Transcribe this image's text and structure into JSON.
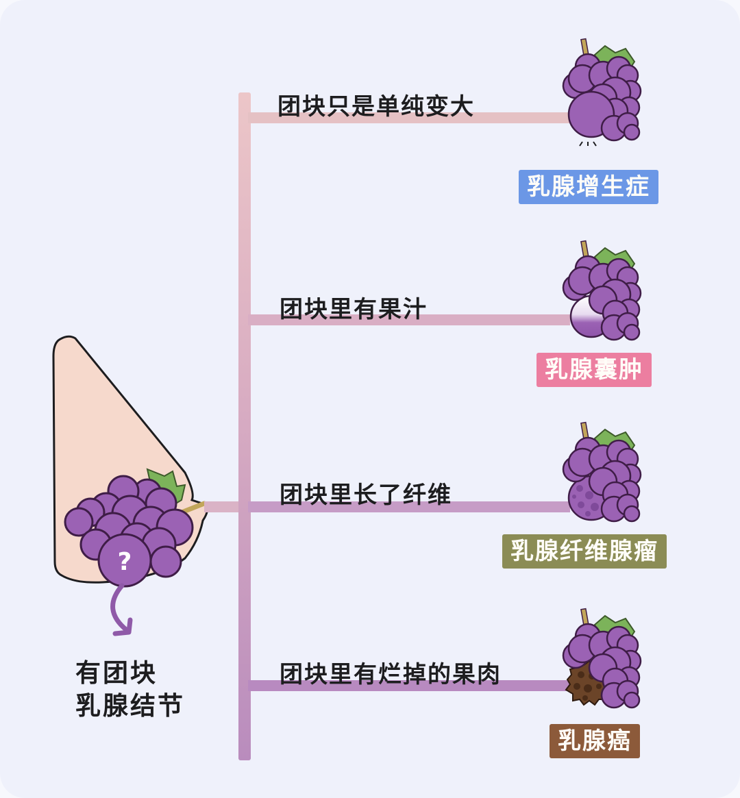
{
  "diagram": {
    "root": {
      "line1": "有团块",
      "line2": "乳腺结节",
      "mark": "?"
    },
    "branches": [
      {
        "label": "团块只是单纯变大",
        "diagnosis": "乳腺增生症",
        "badge_color": "#6b97e6",
        "line_color": "#e3bcc2",
        "icon": "grape-enlarged-icon"
      },
      {
        "label": "团块里有果汁",
        "diagnosis": "乳腺囊肿",
        "badge_color": "#ec7ea0",
        "line_color": "#d8adc4",
        "icon": "grape-fluid-icon"
      },
      {
        "label": "团块里长了纤维",
        "diagnosis": "乳腺纤维腺瘤",
        "badge_color": "#8b8c55",
        "line_color": "#c69cc6",
        "icon": "grape-fibrous-icon"
      },
      {
        "label": "团块里有烂掉的果肉",
        "diagnosis": "乳腺癌",
        "badge_color": "#8c5a3a",
        "line_color": "#b88ac0",
        "icon": "grape-rotten-icon"
      }
    ],
    "colors": {
      "background": "#eff1fb",
      "grape": "#9b62b4",
      "grape_outline": "#4a2350",
      "leaf": "#7cb35a",
      "skin": "#f6d9cc"
    }
  }
}
